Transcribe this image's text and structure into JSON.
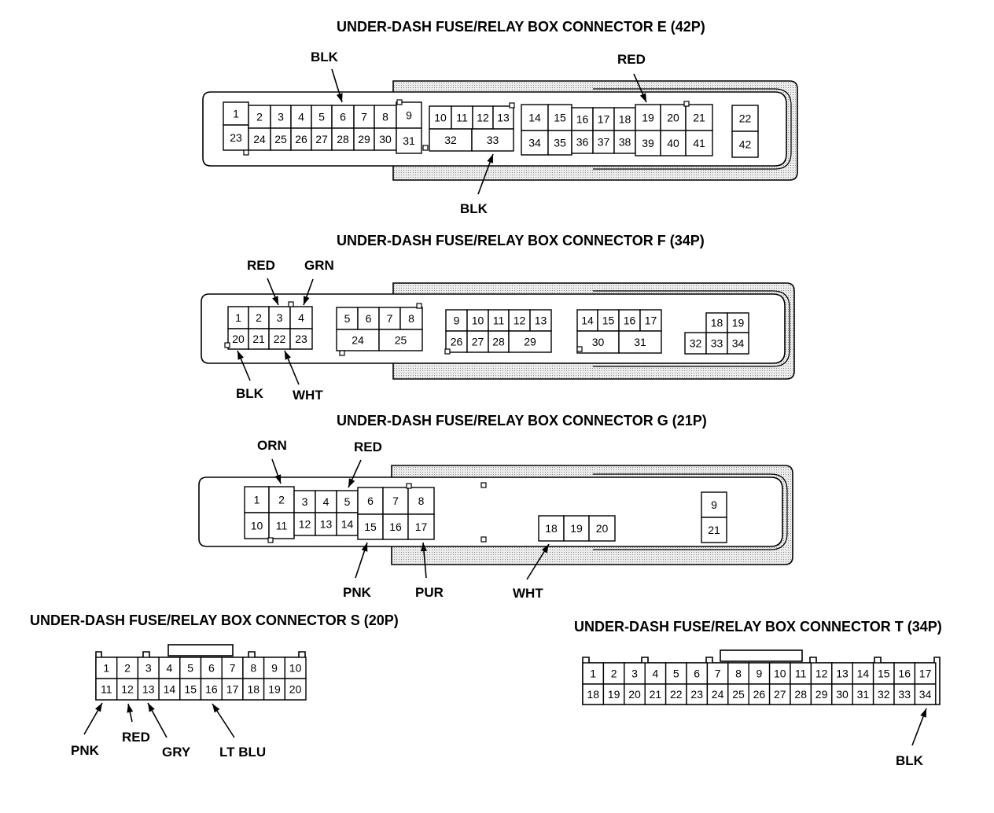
{
  "connectors": {
    "e": {
      "title": "UNDER-DASH FUSE/RELAY BOX CONNECTOR E (42P)",
      "pins": [
        "1",
        "2",
        "3",
        "4",
        "5",
        "6",
        "7",
        "8",
        "9",
        "10",
        "11",
        "12",
        "13",
        "14",
        "15",
        "16",
        "17",
        "18",
        "19",
        "20",
        "21",
        "22",
        "23",
        "24",
        "25",
        "26",
        "27",
        "28",
        "29",
        "30",
        "31",
        "32",
        "33",
        "34",
        "35",
        "36",
        "37",
        "38",
        "39",
        "40",
        "41",
        "42"
      ],
      "wires": [
        {
          "label": "BLK",
          "pin": "6"
        },
        {
          "label": "RED",
          "pin": "19"
        },
        {
          "label": "BLK",
          "pin": "33"
        }
      ]
    },
    "f": {
      "title": "UNDER-DASH FUSE/RELAY BOX CONNECTOR F (34P)",
      "pins": [
        "1",
        "2",
        "3",
        "4",
        "5",
        "6",
        "7",
        "8",
        "9",
        "10",
        "11",
        "12",
        "13",
        "14",
        "15",
        "16",
        "17",
        "18",
        "19",
        "20",
        "21",
        "22",
        "23",
        "24",
        "25",
        "26",
        "27",
        "28",
        "29",
        "30",
        "31",
        "32",
        "33",
        "34"
      ],
      "wires": [
        {
          "label": "RED",
          "pin": "3"
        },
        {
          "label": "GRN",
          "pin": "4"
        },
        {
          "label": "BLK",
          "pin": "20"
        },
        {
          "label": "WHT",
          "pin": "22"
        }
      ]
    },
    "g": {
      "title": "UNDER-DASH FUSE/RELAY BOX CONNECTOR G (21P)",
      "pins": [
        "1",
        "2",
        "3",
        "4",
        "5",
        "6",
        "7",
        "8",
        "9",
        "10",
        "11",
        "12",
        "13",
        "14",
        "15",
        "16",
        "17",
        "18",
        "19",
        "20",
        "21"
      ],
      "wires": [
        {
          "label": "ORN",
          "pin": "2"
        },
        {
          "label": "RED",
          "pin": "5"
        },
        {
          "label": "PNK",
          "pin": "15"
        },
        {
          "label": "PUR",
          "pin": "17"
        },
        {
          "label": "WHT",
          "pin": "18"
        }
      ]
    },
    "s": {
      "title": "UNDER-DASH FUSE/RELAY BOX CONNECTOR S (20P)",
      "pins": [
        "1",
        "2",
        "3",
        "4",
        "5",
        "6",
        "7",
        "8",
        "9",
        "10",
        "11",
        "12",
        "13",
        "14",
        "15",
        "16",
        "17",
        "18",
        "19",
        "20"
      ],
      "wires": [
        {
          "label": "PNK",
          "pin": "11"
        },
        {
          "label": "RED",
          "pin": "12"
        },
        {
          "label": "GRY",
          "pin": "13"
        },
        {
          "label": "LT BLU",
          "pin": "16"
        }
      ]
    },
    "t": {
      "title": "UNDER-DASH FUSE/RELAY BOX CONNECTOR T (34P)",
      "pins": [
        "1",
        "2",
        "3",
        "4",
        "5",
        "6",
        "7",
        "8",
        "9",
        "10",
        "11",
        "12",
        "13",
        "14",
        "15",
        "16",
        "17",
        "18",
        "19",
        "20",
        "21",
        "22",
        "23",
        "24",
        "25",
        "26",
        "27",
        "28",
        "29",
        "30",
        "31",
        "32",
        "33",
        "34"
      ],
      "wires": [
        {
          "label": "BLK",
          "pin": "34"
        }
      ]
    }
  }
}
